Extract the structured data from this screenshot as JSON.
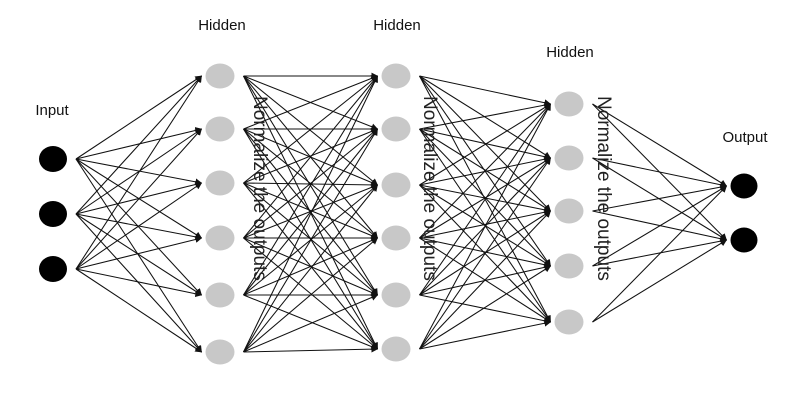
{
  "diagram": {
    "title": "",
    "layers": [
      {
        "label": "Input",
        "kind": "input",
        "nodes": 3,
        "color": "#000000"
      },
      {
        "label": "Hidden",
        "kind": "hidden",
        "nodes": 6,
        "color": "#c8c8c8"
      },
      {
        "label": "Hidden",
        "kind": "hidden",
        "nodes": 6,
        "color": "#c8c8c8"
      },
      {
        "label": "Hidden",
        "kind": "hidden",
        "nodes": 5,
        "color": "#c8c8c8"
      },
      {
        "label": "Output",
        "kind": "output",
        "nodes": 2,
        "color": "#000000"
      }
    ],
    "normalize_labels": [
      "Normalize the outputs",
      "Normalize the outputs",
      "Normalize the outputs"
    ],
    "connectivity": "fully-connected",
    "edge_style": "arrow",
    "edge_color": "#111111"
  }
}
